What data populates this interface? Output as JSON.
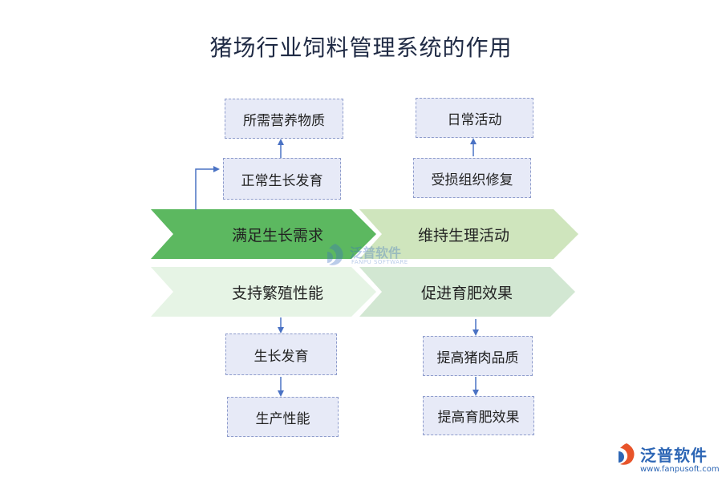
{
  "diagram": {
    "title": "猪场行业饲料管理系统的作用",
    "chevrons": {
      "top_left": {
        "label": "满足生长需求",
        "color": "#5cb860"
      },
      "top_right": {
        "label": "维持生理活动",
        "color": "#cfe5bd"
      },
      "bottom_left": {
        "label": "支持繁殖性能",
        "color": "#e6f4e5"
      },
      "bottom_right": {
        "label": "促进育肥效果",
        "color": "#d2e7d2"
      }
    },
    "boxes": {
      "nutrients": "所需营养物质",
      "normal_growth": "正常生长发育",
      "daily_activity": "日常活动",
      "tissue_repair": "受损组织修复",
      "growth": "生长发育",
      "production_performance": "生产性能",
      "meat_quality": "提高猪肉品质",
      "fattening_effect": "提高育肥效果"
    },
    "colors": {
      "box_fill": "#e7eaf7",
      "box_border": "#8e9ccc",
      "arrow": "#4a72c4"
    }
  },
  "watermark": {
    "center_name": "泛普软件",
    "center_sub": "FANPU SOFTWARE",
    "corner_name": "泛普软件",
    "corner_url": "www.fanpusoft.com"
  }
}
